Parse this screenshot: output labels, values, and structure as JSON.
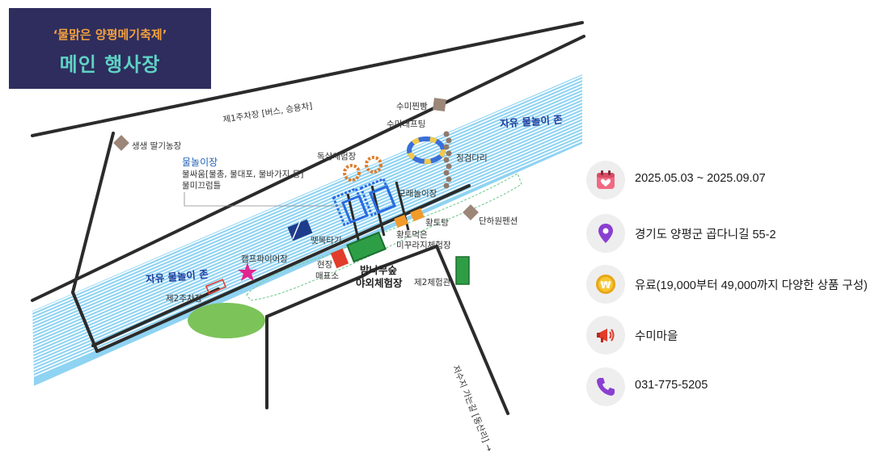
{
  "header": {
    "subtitle": "‘물맑은 양평메기축제’",
    "title": "메인 행사장"
  },
  "map": {
    "labels": {
      "parking1": "제1주차장 [버스, 승용차]",
      "strawberry_farm": "생생 딸기농장",
      "water_play_title": "물놀이장",
      "water_play_line1": "물싸움[물총, 물대포, 물바가지 등]",
      "water_play_line2": "물미끄럼틀",
      "sumi_bread": "수미찐빵",
      "sumi_rafting": "수미래프팅",
      "bridge": "징검다리",
      "fish_catch": "독살체험장",
      "sand_play": "모래놀이장",
      "free_zone_top": "자유 물놀이 존",
      "free_zone_bottom": "자유 물놀이 존",
      "danha_pension": "단하원펜션",
      "mud_bath": "황토탕",
      "mud_mission": "황토먹은\n미꾸라지체험장",
      "raft": "뗏목타기",
      "campfire": "캠프파이어장",
      "ticket_line1": "현장",
      "ticket_line2": "매표소",
      "forest_line1": "밤나무숲",
      "forest_line2": "야외체험장",
      "hall2": "제2체험관",
      "parking2": "제2주차장",
      "road": "저수지 가는길 [동산리] →"
    }
  },
  "info": [
    {
      "icon": "calendar-icon",
      "text": "2025.05.03 ~ 2025.09.07"
    },
    {
      "icon": "location-pin-icon",
      "text": "경기도 양평군 곱다니길 55-2"
    },
    {
      "icon": "coin-icon",
      "text": "유료(19,000부터 49,000까지 다양한 상품 구성)"
    },
    {
      "icon": "megaphone-icon",
      "text": "수미마을"
    },
    {
      "icon": "phone-icon",
      "text": "031-775-5205"
    }
  ],
  "colors": {
    "header_bg": "#2e2d5e",
    "header_sub": "#f2a03d",
    "header_main": "#5fd2c4",
    "river": "#36aee3",
    "road": "#2b2b2b",
    "forest": "#2e9e46",
    "ticket": "#e23c2b",
    "campfire": "#e2248f"
  }
}
